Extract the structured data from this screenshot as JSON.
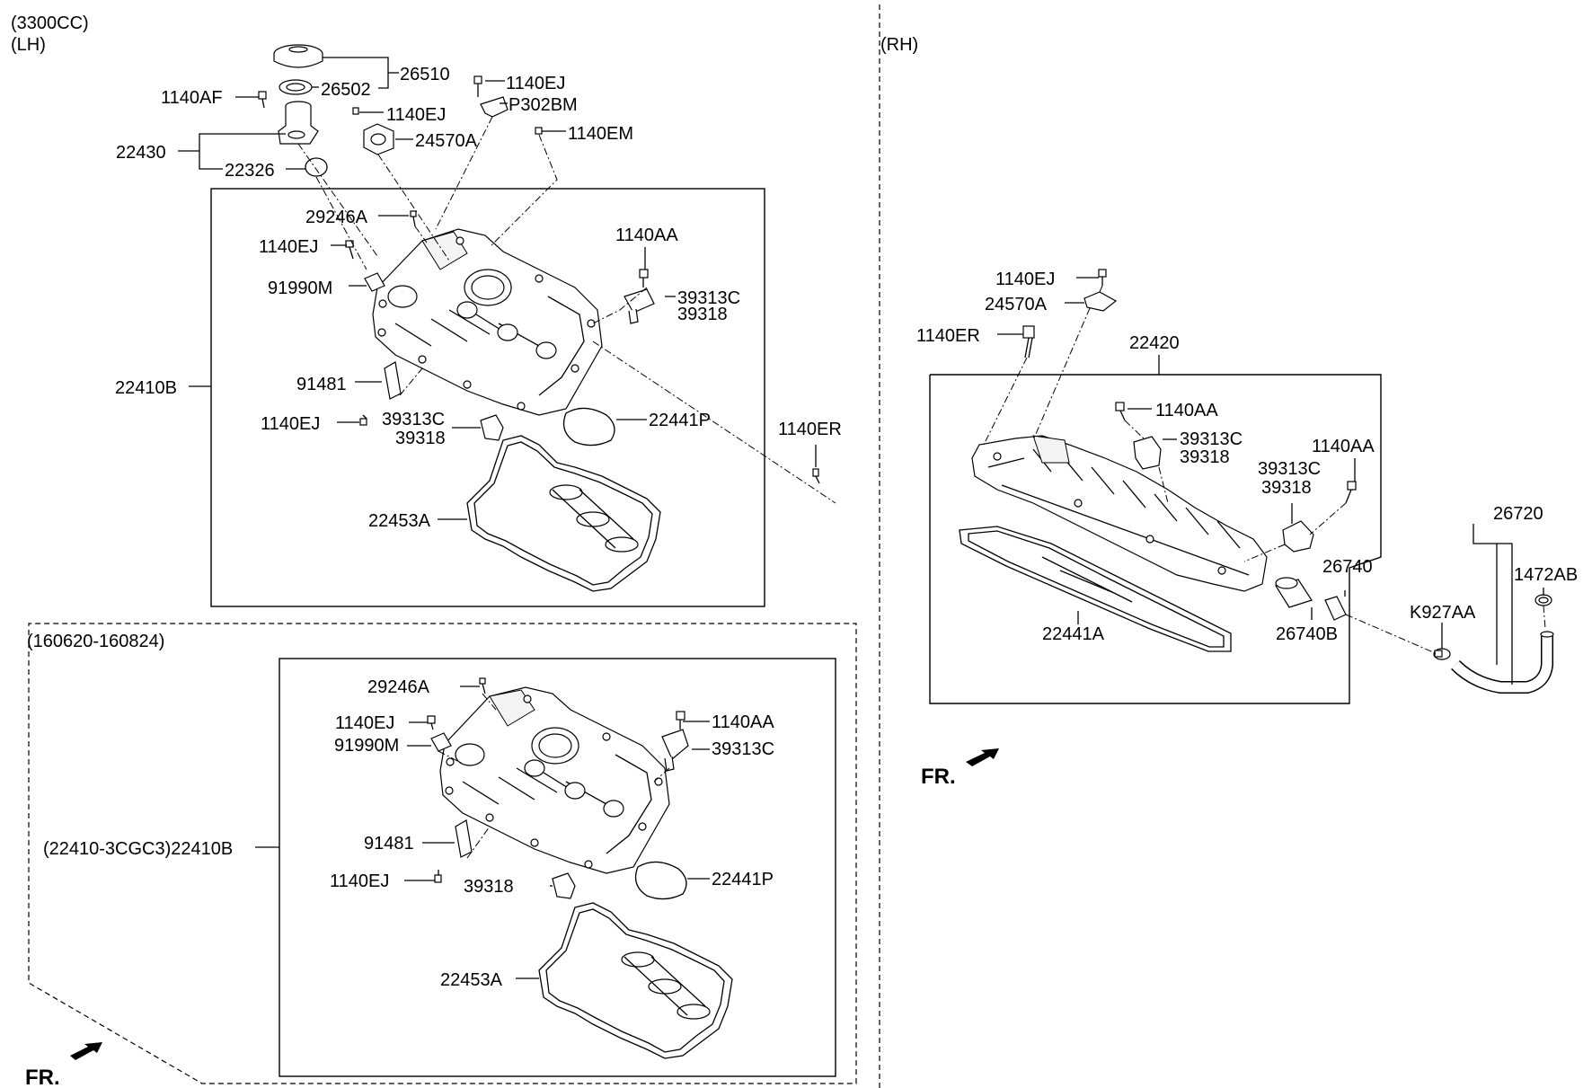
{
  "headers": {
    "engine": "(3300CC)",
    "lh": "(LH)",
    "rh": "(RH)",
    "period": "(160620-160824)"
  },
  "fr_label": "FR.",
  "lh_upper": {
    "l26510": "26510",
    "l26502": "26502",
    "l1140AF": "1140AF",
    "l22430": "22430",
    "l22326": "22326",
    "l1140EJ_top": "1140EJ",
    "lP302BM": "P302BM",
    "l1140EJ_mid": "1140EJ",
    "l24570A": "24570A",
    "l1140EM": "1140EM",
    "l29246A": "29246A",
    "l1140EJ_left": "1140EJ",
    "l1140AA": "1140AA",
    "l91990M": "91990M",
    "l39313C_a": "39313C",
    "l39318_a": "39318",
    "l22410B": "22410B",
    "l91481": "91481",
    "l1140EJ_low": "1140EJ",
    "l39313C_b": "39313C",
    "l39318_b": "39318",
    "l22441P": "22441P",
    "l1140ER": "1140ER",
    "l22453A": "22453A"
  },
  "lh_lower": {
    "l29246A": "29246A",
    "l1140EJ_a": "1140EJ",
    "l1140AA": "1140AA",
    "l91990M": "91990M",
    "l39313C": "39313C",
    "l22410B": "(22410-3CGC3)22410B",
    "l91481": "91481",
    "l1140EJ_b": "1140EJ",
    "l39318": "39318",
    "l22441P": "22441P",
    "l22453A": "22453A"
  },
  "rh": {
    "l1140EJ": "1140EJ",
    "l24570A": "24570A",
    "l1140ER": "1140ER",
    "l22420": "22420",
    "l1140AA_a": "1140AA",
    "l39313C_a": "39313C",
    "l39318_a": "39318",
    "l1140AA_b": "1140AA",
    "l39313C_b": "39313C",
    "l39318_b": "39318",
    "l26720": "26720",
    "l26740": "26740",
    "l1472AB": "1472AB",
    "lK927AA": "K927AA",
    "l22441A": "22441A",
    "l26740B": "26740B"
  }
}
